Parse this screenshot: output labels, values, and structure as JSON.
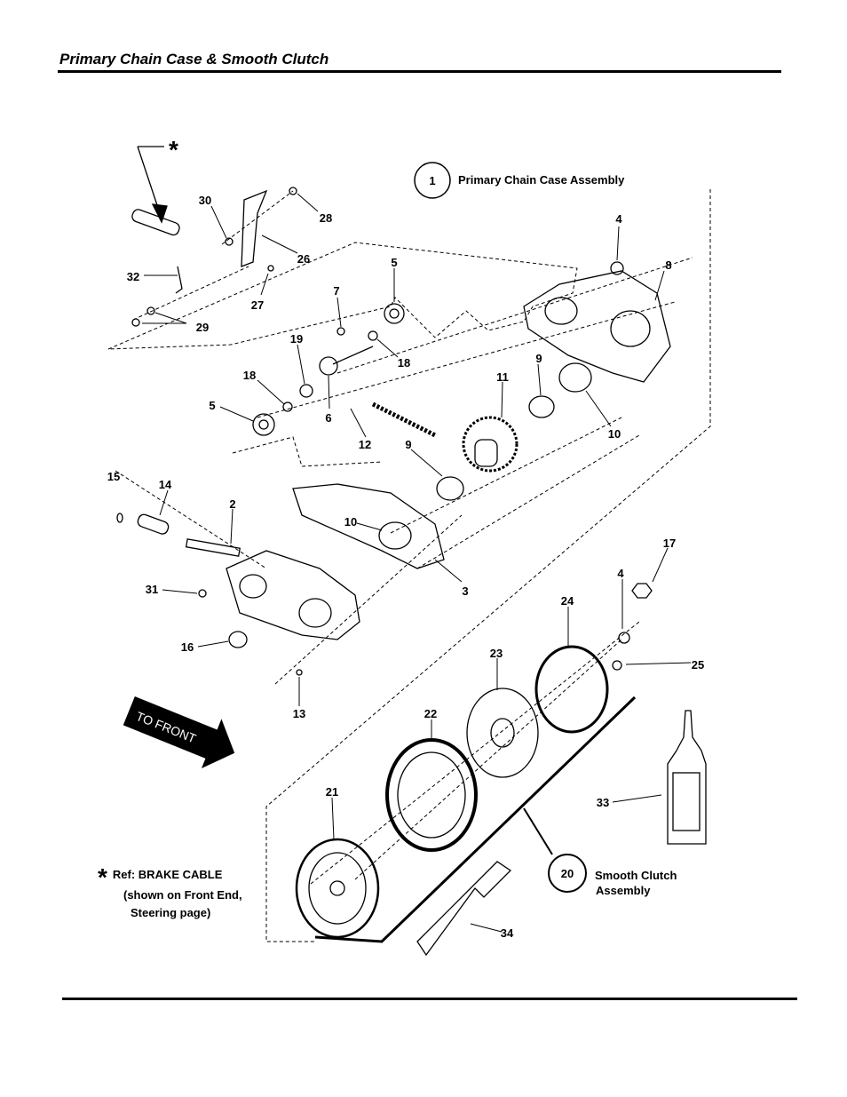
{
  "header": {
    "title": "Primary Chain Case & Smooth Clutch"
  },
  "assemblies": [
    {
      "number": "1",
      "label": "Primary Chain Case Assembly"
    },
    {
      "number": "20",
      "label_line1": "Smooth Clutch",
      "label_line2": "Assembly"
    }
  ],
  "callouts": [
    "30",
    "28",
    "26",
    "27",
    "32",
    "29",
    "5",
    "7",
    "19",
    "18",
    "18",
    "5",
    "6",
    "12",
    "11",
    "9",
    "10",
    "4",
    "8",
    "9",
    "15",
    "14",
    "2",
    "10",
    "3",
    "31",
    "16",
    "13",
    "17",
    "4",
    "24",
    "25",
    "23",
    "22",
    "21",
    "33",
    "34"
  ],
  "direction_arrow": {
    "label": "TO FRONT"
  },
  "reference_note": {
    "symbol": "*",
    "line1": "Ref: BRAKE CABLE",
    "line2": "(shown on Front  End,",
    "line3": "Steering page)"
  }
}
